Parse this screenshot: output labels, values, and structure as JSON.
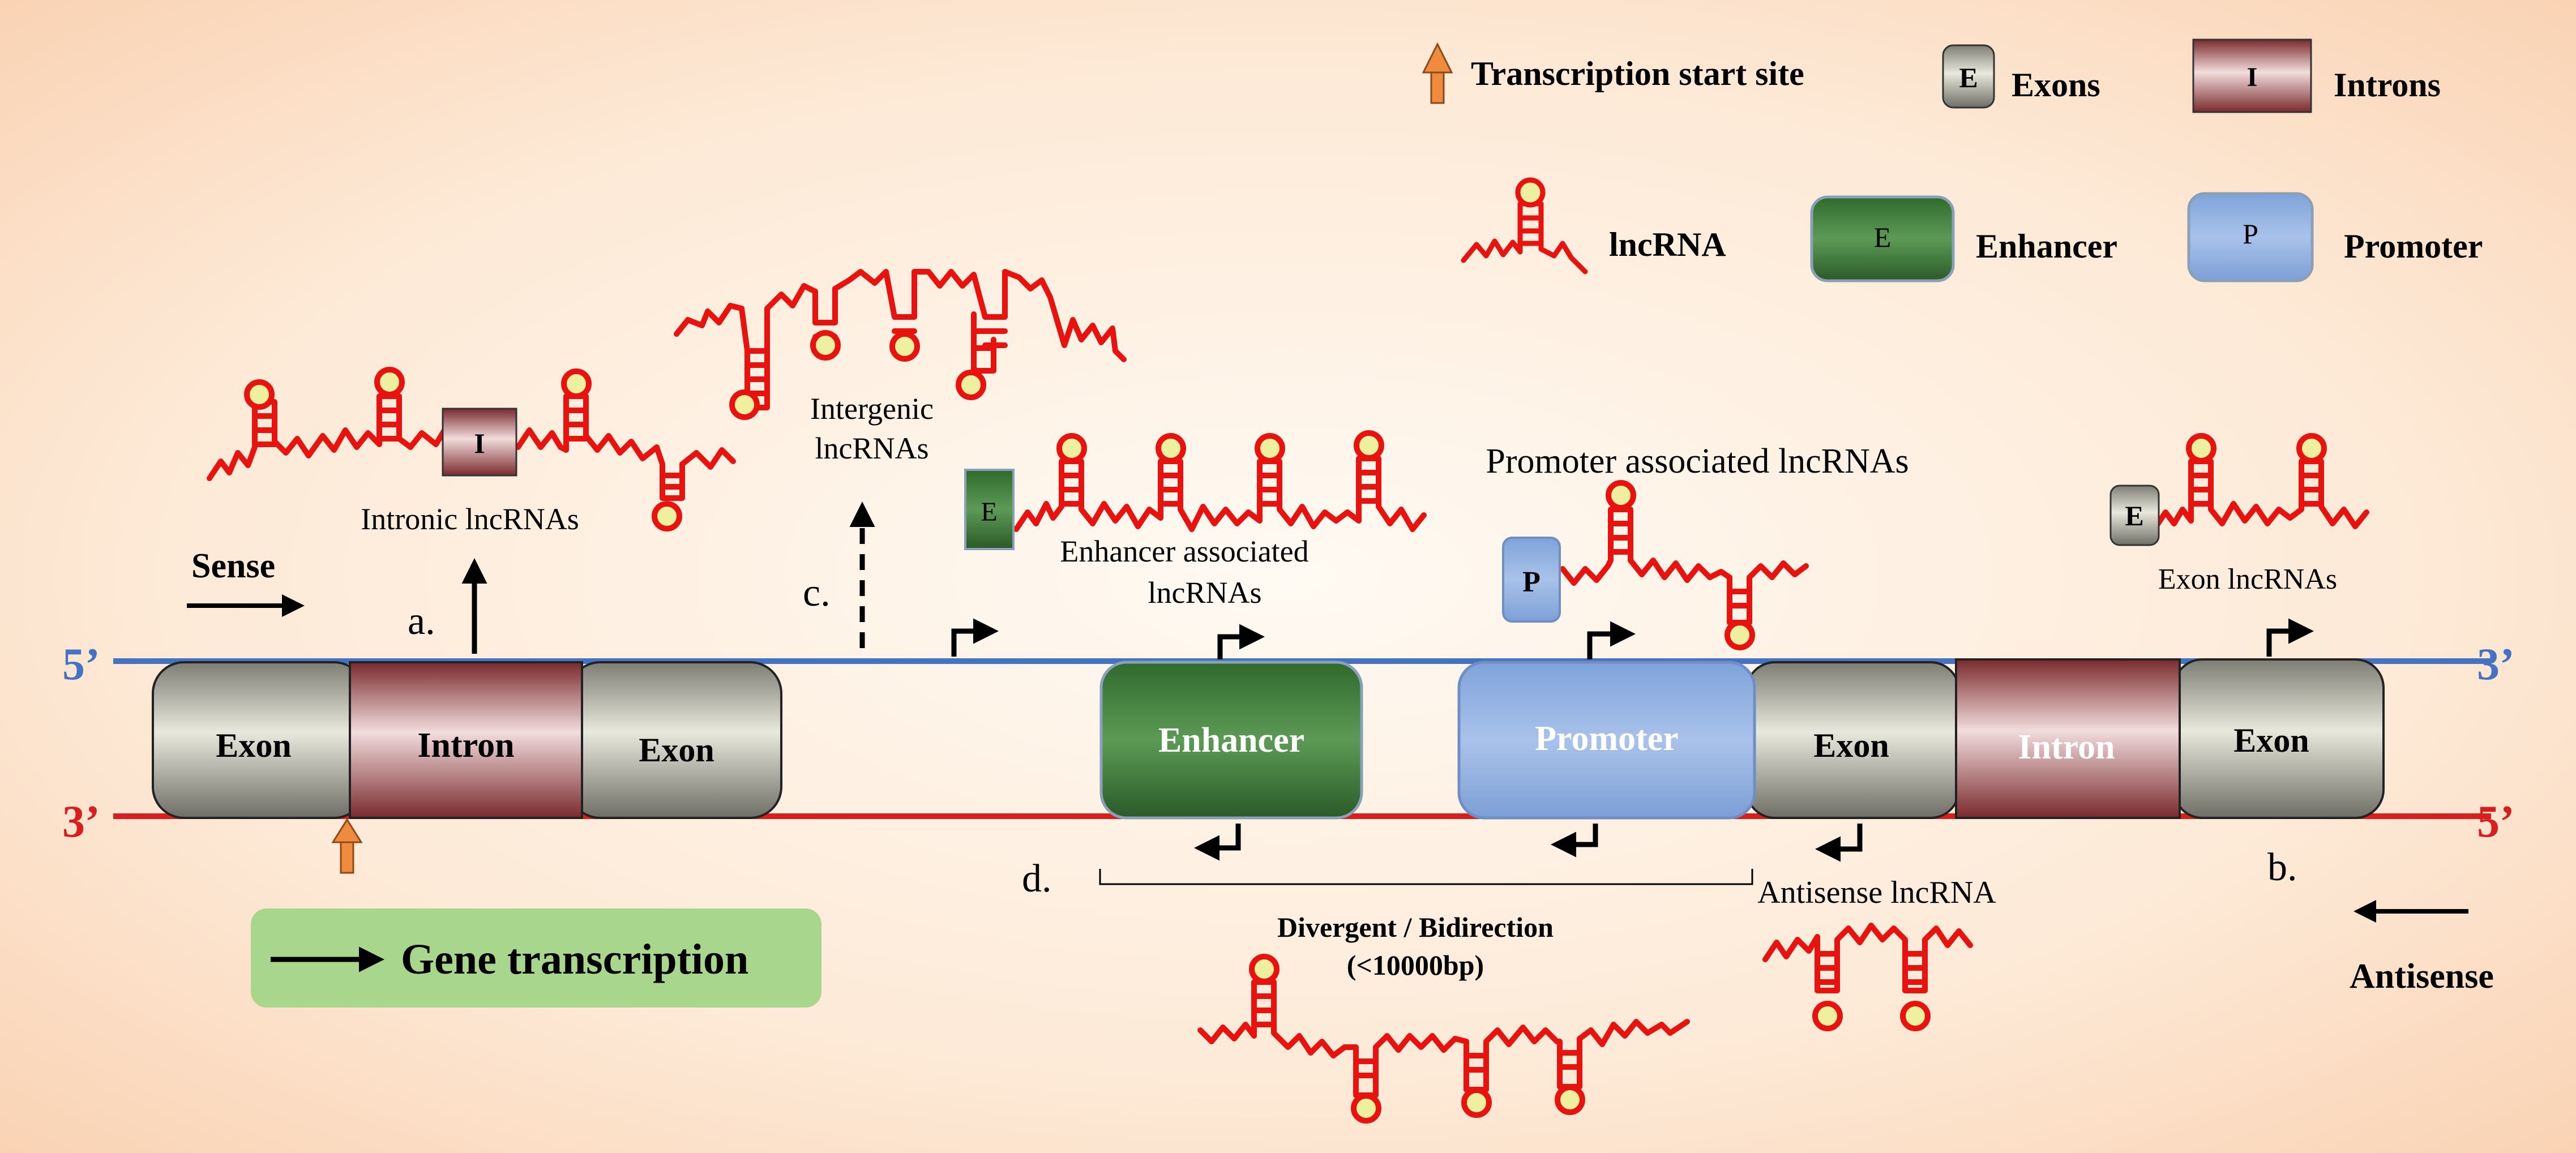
{
  "legend": {
    "tss_label": "Transcription start site",
    "exon_box_letter": "E",
    "exons_label": "Exons",
    "intron_box_letter": "I",
    "introns_label": "Introns",
    "lncrna_label": "lncRNA",
    "enhancer_box_letter": "E",
    "enhancer_label": "Enhancer",
    "promoter_box_letter": "P",
    "promoter_label": "Promoter"
  },
  "strands": {
    "top_left_end": "5’",
    "top_right_end": "3’",
    "bottom_left_end": "3’",
    "bottom_right_end": "5’",
    "sense_label": "Sense",
    "antisense_label": "Antisense"
  },
  "gene_blocks": {
    "exon_1": "Exon",
    "intron_1": "Intron",
    "exon_2": "Exon",
    "enhancer": "Enhancer",
    "promoter": "Promoter",
    "exon_3": "Exon",
    "intron_2": "Intron",
    "exon_4": "Exon"
  },
  "labels": {
    "a": "a.",
    "b": "b.",
    "c": "c.",
    "d": "d.",
    "intronic": "Intronic lncRNAs",
    "intergenic_line1": "Intergenic",
    "intergenic_line2": "lncRNAs",
    "enhancer_assoc_line1": "Enhancer associated",
    "enhancer_assoc_line2": "lncRNAs",
    "promoter_assoc": "Promoter associated lncRNAs",
    "exon_lnc": "Exon lncRNAs",
    "antisense_lnc": "Antisense lncRNA",
    "divergent_line1": "Divergent / Bidirection",
    "divergent_line2": "(<10000bp)",
    "gene_transcription": "Gene transcription",
    "intronic_box_letter": "I",
    "enhancer_small_box_letter": "E",
    "promoter_small_box_letter": "P",
    "exon_small_box_letter": "E"
  },
  "colors": {
    "background_edge": "#fbd5b6",
    "background_center": "#fff8f0",
    "rna_red": "#e8130f",
    "loop_fill": "#eef0a0",
    "top_strand_blue": "#4472c4",
    "bottom_strand_red": "#d91e1e",
    "tss_orange": "#f08a3c",
    "gene_transcription_green": "#a9d68d",
    "enhancer_green": "#3e7a3a",
    "promoter_blue": "#8fb0e0",
    "intron_maroon": "#8a3b3e",
    "exon_gray": "#8f8f86"
  }
}
